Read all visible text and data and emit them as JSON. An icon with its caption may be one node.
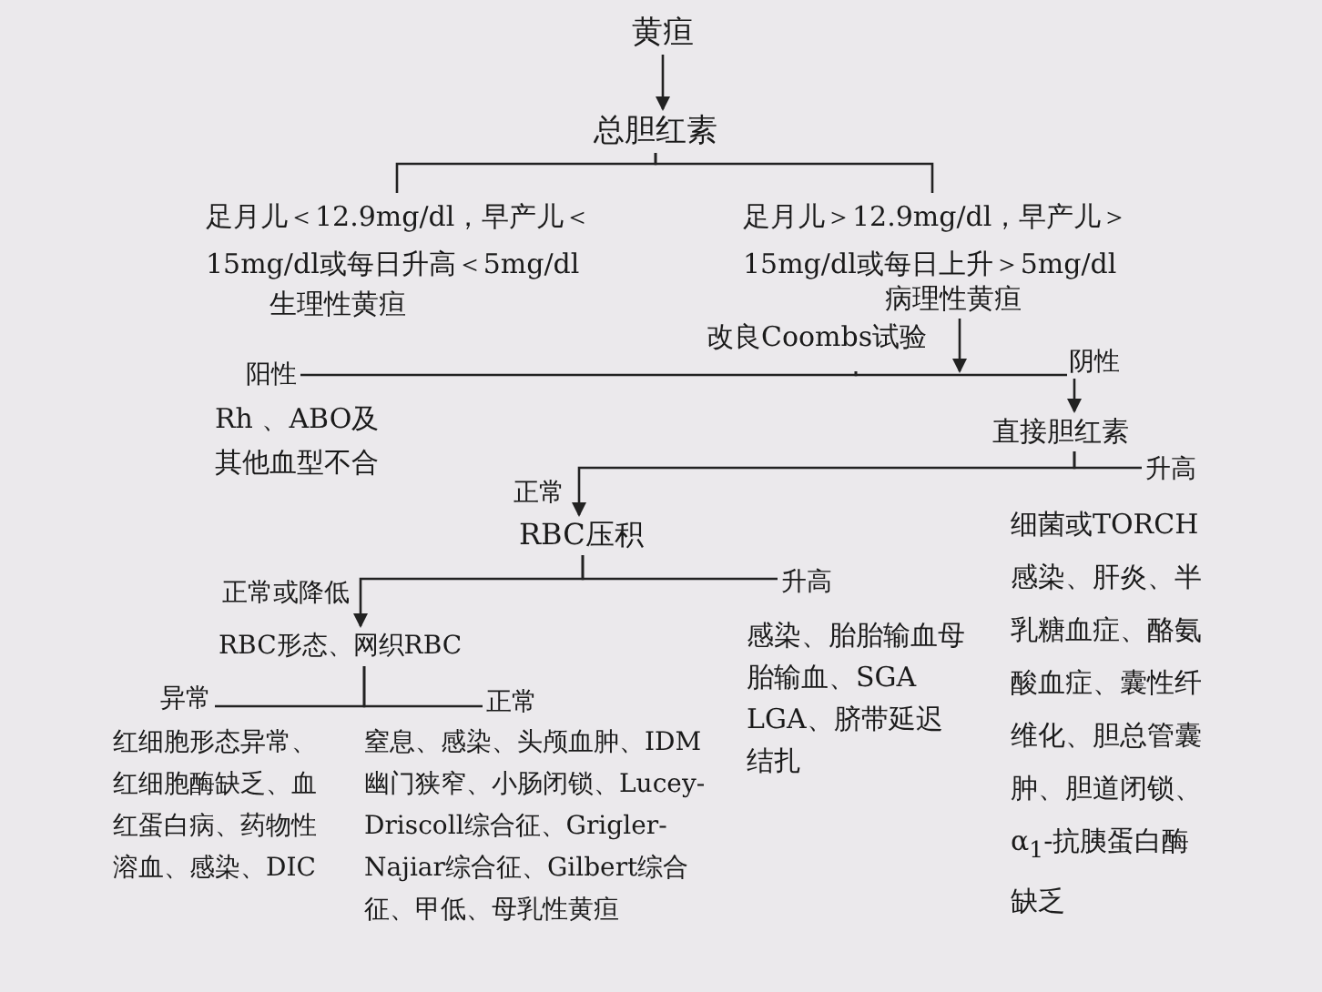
{
  "diagram": {
    "nodes": [
      {
        "text": [
          "黄疸"
        ]
      },
      {
        "text": [
          "总胆红素"
        ]
      },
      {
        "text": [
          "足月儿＜12.9mg/dl，早产儿＜15mg/dl或每日升高＜5mg/dl"
        ]
      },
      {
        "text": [
          "生理性黄疸"
        ]
      },
      {
        "text": [
          "足月儿＞12.9mg/dl，早产儿＞15mg/dl或每日上升＞5mg/dl"
        ]
      },
      {
        "text": [
          "病理性黄疸"
        ]
      },
      {
        "text": [
          "改良Coombs试验"
        ]
      },
      {
        "text": [
          "阳性"
        ]
      },
      {
        "text": [
          "Rh 、ABO及其他血型不合"
        ]
      },
      {
        "text": [
          "直接胆红素"
        ]
      },
      {
        "text": [
          "升高"
        ]
      },
      {
        "text": [
          "细菌或TORCH感染、肝炎、半乳糖血症、酪氨酸血症、囊性纤维化、胆总管囊肿、胆道闭锁、α$_{1}$-抗胰蛋白酶缺乏"
        ]
      },
      {
        "text": [
          "RBC压积"
        ]
      },
      {
        "text": [
          "升高"
        ]
      },
      {
        "text": [
          "感染、胎胎输血母胎输血、SGA LGA、脐带延迟结扎"
        ]
      },
      {
        "text": [
          "RBC形态、网织RBC"
        ]
      },
      {
        "text": [
          "异常"
        ]
      },
      {
        "text": [
          "正常"
        ]
      },
      {
        "text": [
          "红细胞形态异常、红细胞酶缺乏、血红蛋白病、药物性溶血、感染、DIC"
        ]
      },
      {
        "text": [
          "窒息、感染、头颅血肿、IDM幽门狭窄、小肠闭锁、Lucey-Driscoll综合征、Grigler-Najiar综合征、Gilbert综合征、甲低、母乳性黄疸"
        ]
      }
    ],
    "edges": [
      {
        "from": 0,
        "to": 1,
        "arrow": "to"
      },
      {
        "from": 1,
        "to": 2,
        "arrow": "none"
      },
      {
        "from": 1,
        "to": 4,
        "arrow": "none"
      },
      {
        "from": 5,
        "to": 6,
        "arrow": "to"
      },
      {
        "from": 6,
        "to": 7,
        "arrow": "none"
      },
      {
        "from": 6,
        "to": 9,
        "arrow": "to",
        "label": "阴性"
      },
      {
        "from": 9,
        "to": 10,
        "arrow": "none"
      },
      {
        "from": 9,
        "to": 12,
        "arrow": "to",
        "label": "正常"
      },
      {
        "from": 12,
        "to": 13,
        "arrow": "none"
      },
      {
        "from": 12,
        "to": 15,
        "arrow": "to",
        "label": "正常或降低"
      },
      {
        "from": 15,
        "to": 16,
        "arrow": "none"
      },
      {
        "from": 15,
        "to": 17,
        "arrow": "none"
      }
    ]
  }
}
